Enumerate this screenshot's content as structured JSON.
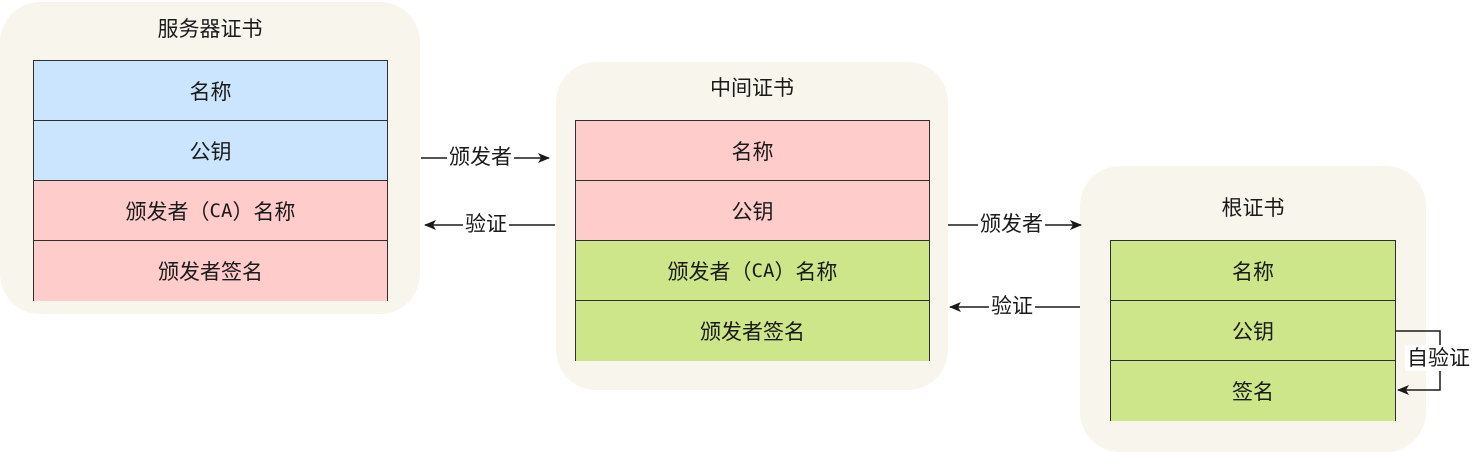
{
  "server_cert": {
    "title": "服务器证书",
    "rows": {
      "name": "名称",
      "public_key": "公钥",
      "issuer_prefix": "颁发者（",
      "issuer_ca": "CA",
      "issuer_suffix": "）名称",
      "issuer_signature": "颁发者签名"
    }
  },
  "intermediate_cert": {
    "title": "中间证书",
    "rows": {
      "name": "名称",
      "public_key": "公钥",
      "issuer_prefix": "颁发者（",
      "issuer_ca": "CA",
      "issuer_suffix": "）名称",
      "issuer_signature": "颁发者签名"
    }
  },
  "root_cert": {
    "title": "根证书",
    "rows": {
      "name": "名称",
      "public_key": "公钥",
      "signature": "签名"
    }
  },
  "edges": {
    "issuer_1": "颁发者",
    "verify_1": "验证",
    "issuer_2": "颁发者",
    "verify_2": "验证",
    "self_verify": "自验证"
  },
  "colors": {
    "panel_bg": "#f8f6ec",
    "blue": "#cce5ff",
    "pink": "#ffcccc",
    "green": "#cde68a",
    "line": "#1a1a1a"
  }
}
